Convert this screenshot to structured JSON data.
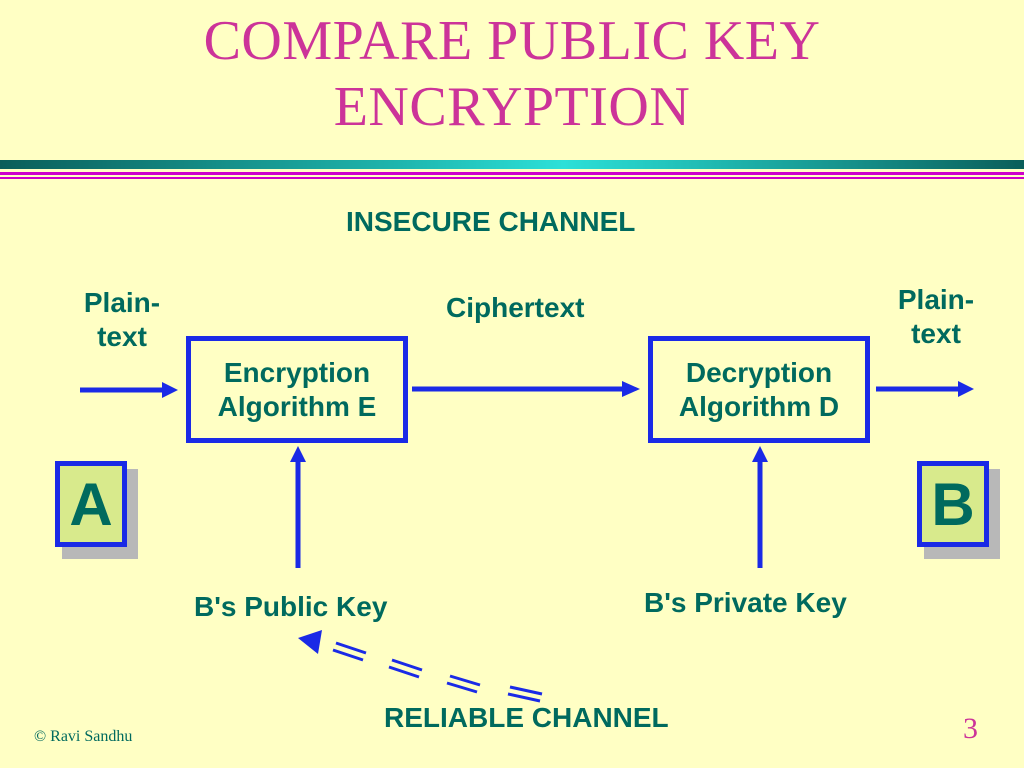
{
  "slide": {
    "title_line1": "COMPARE PUBLIC KEY",
    "title_line2": "ENCRYPTION",
    "insecure_channel": "INSECURE CHANNEL",
    "reliable_channel": "RELIABLE CHANNEL",
    "plaintext_left_1": "Plain-",
    "plaintext_left_2": "text",
    "plaintext_right_1": "Plain-",
    "plaintext_right_2": "text",
    "ciphertext": "Ciphertext",
    "encryption_box_1": "Encryption",
    "encryption_box_2": "Algorithm E",
    "decryption_box_1": "Decryption",
    "decryption_box_2": "Algorithm D",
    "party_a": "A",
    "party_b": "B",
    "public_key": "B's Public Key",
    "private_key": "B's Private Key",
    "copyright": "© Ravi Sandhu",
    "page_number": "3"
  },
  "colors": {
    "background": "#ffffc4",
    "title": "#cc3399",
    "text": "#006a5e",
    "arrow": "#1a2ae6",
    "party_fill": "#d8ea8c"
  }
}
